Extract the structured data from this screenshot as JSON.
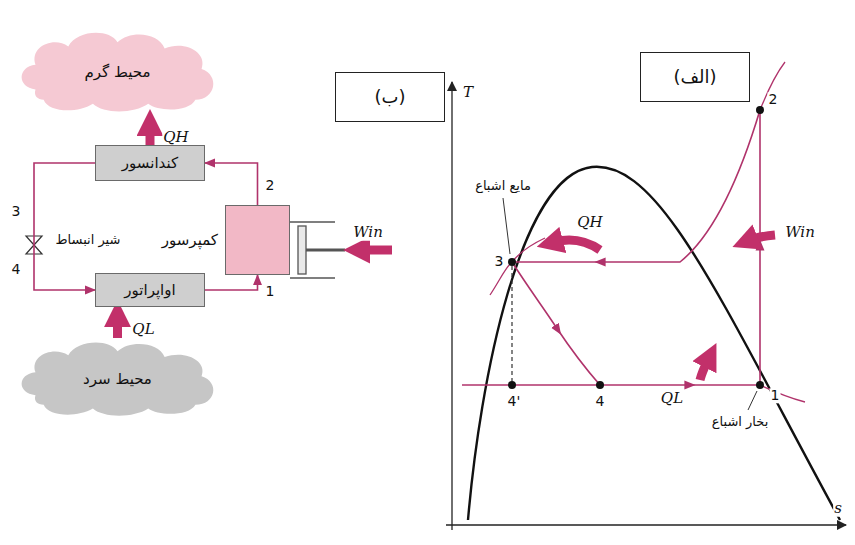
{
  "diagram": {
    "nodes": [
      {
        "text": [
          "محیط گرم"
        ]
      },
      {
        "text": [
          "کندانسور"
        ]
      },
      {
        "text": [
          "کمپرسور"
        ]
      },
      {
        "text": [
          "اواپراتور"
        ]
      },
      {
        "text": [
          "محیط سرد"
        ]
      },
      {
        "text": [
          "(الف)"
        ]
      },
      {
        "text": [
          "(ب)"
        ]
      }
    ],
    "edges": [
      {
        "from": 1,
        "to": 0,
        "arrow": "to",
        "label": "QH"
      },
      {
        "from": 2,
        "to": 1,
        "arrow": "to"
      },
      {
        "from": 1,
        "to": 3,
        "arrow": "to"
      },
      {
        "from": 3,
        "to": 2,
        "arrow": "to"
      },
      {
        "from": 4,
        "to": 3,
        "arrow": "to",
        "label": "QL"
      }
    ],
    "labels": [
      "3",
      "شیر انبساط",
      "4",
      "2",
      "1",
      "Win",
      "T",
      "مایع اشباع",
      "2",
      "3",
      "QH",
      "Win",
      "4'",
      "4",
      "QL",
      "1",
      "بخار اشباع",
      "s"
    ]
  }
}
